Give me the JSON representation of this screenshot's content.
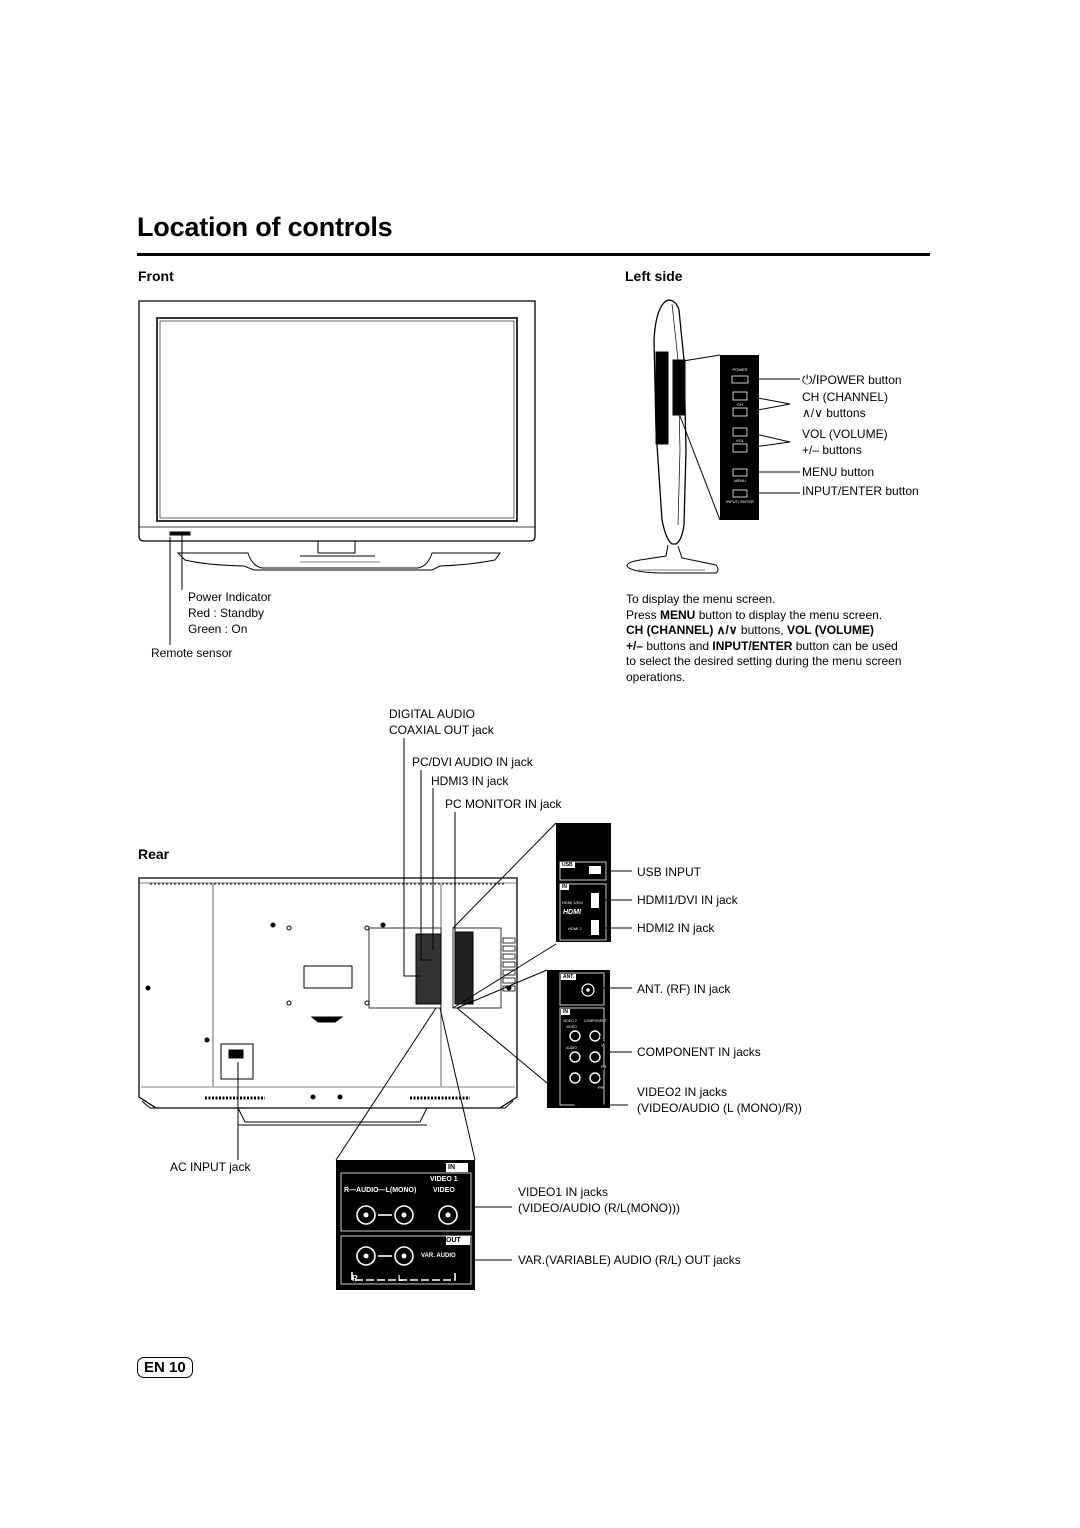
{
  "title": "Location of controls",
  "front": {
    "heading": "Front",
    "power_indicator": "Power Indicator",
    "red_standby": "Red : Standby",
    "green_on": "Green : On",
    "remote_sensor": "Remote sensor"
  },
  "left_side": {
    "heading": "Left side",
    "power_button": "POWER button",
    "power_symbol": "⏻/I",
    "ch_channel": "CH (CHANNEL)",
    "ch_buttons": "∧/∨ buttons",
    "vol_volume": "VOL (VOLUME)",
    "vol_buttons": "+/– buttons",
    "menu_button": "MENU button",
    "input_enter_button": "INPUT/ENTER button",
    "panel": {
      "power": "POWER",
      "ch": "CH",
      "vol": "VOL",
      "menu": "MENU",
      "input": "INPUT/ ENTER"
    },
    "para": {
      "line1": "To display the menu screen.",
      "line2a": "Press ",
      "line2b": "MENU",
      "line2c": " button to display the menu screen.",
      "line3a": "CH (CHANNEL) ∧/∨",
      "line3b": " buttons, ",
      "line3c": "VOL (VOLUME)",
      "line4a": "+/–",
      "line4b": " buttons and ",
      "line4c": "INPUT/ENTER",
      "line4d": " button can be used",
      "line5": "to select the desired setting during the menu screen",
      "line6": "operations."
    }
  },
  "rear": {
    "heading": "Rear",
    "digital_audio_1": "DIGITAL AUDIO",
    "digital_audio_2": "COAXIAL OUT jack",
    "pc_dvi_audio": "PC/DVI AUDIO IN jack",
    "hdmi3": "HDMI3 IN jack",
    "pc_monitor": "PC MONITOR IN jack",
    "usb_input": "USB INPUT",
    "hdmi1": "HDMI1/DVI IN jack",
    "hdmi2": "HDMI2 IN jack",
    "ant": "ANT. (RF) IN jack",
    "component": "COMPONENT IN jacks",
    "video2_1": "VIDEO2 IN jacks",
    "video2_2": "(VIDEO/AUDIO (L (MONO)/R))",
    "ac_input": "AC INPUT jack",
    "video1_1": "VIDEO1 IN jacks",
    "video1_2": "(VIDEO/AUDIO (R/L(MONO)))",
    "var_audio": "VAR.(VARIABLE) AUDIO (R/L) OUT jacks",
    "panel": {
      "usb": "USB",
      "in": "IN",
      "hdmi1_dvi": "HDMI 1/DVI",
      "hdmi_logo": "HDMI",
      "hdmi2": "HDMI 2",
      "ant": "ANT.",
      "in2": "IN",
      "video2": "VIDEO 2",
      "component": "COMPONENT",
      "video_small": "VIDEO",
      "audio_small": "AUDIO",
      "y": "Y",
      "pb": "PB",
      "pr": "PR",
      "in3": "IN",
      "video1": "VIDEO 1",
      "audio_row": "R—AUDIO—L(MONO)",
      "video_row": "VIDEO",
      "out": "OUT",
      "var_audio": "VAR. AUDIO",
      "r": "R",
      "l": "L"
    }
  },
  "page_label": "EN 10"
}
